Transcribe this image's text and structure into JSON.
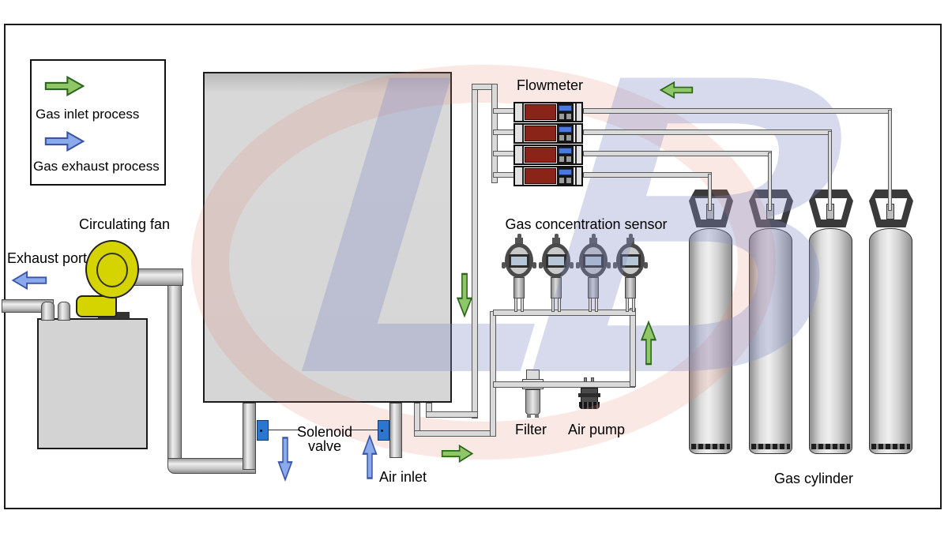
{
  "legend": {
    "inlet": "Gas inlet process",
    "exhaust": "Gas exhaust process"
  },
  "labels": {
    "circulating_fan": "Circulating fan",
    "exhaust_port": "Exhaust port",
    "solenoid_valve_line1": "Solenoid",
    "solenoid_valve_line2": "valve",
    "air_inlet": "Air inlet",
    "flowmeter": "Flowmeter",
    "gas_concentration_sensor": "Gas concentration sensor",
    "filter": "Filter",
    "air_pump": "Air pump",
    "gas_cylinder": "Gas cylinder"
  },
  "watermark": {
    "text": "LB"
  },
  "colors": {
    "inlet_arrow_green": "#8fc768",
    "exhaust_arrow_blue": "#8aaaec",
    "fan_yellow": "#d6d400",
    "flowmeter_display_red": "#8a2418",
    "solenoid_blue": "#2b77cf"
  },
  "equipment_counts": {
    "flowmeters": 4,
    "gas_sensors": 4,
    "gas_cylinders": 4
  }
}
